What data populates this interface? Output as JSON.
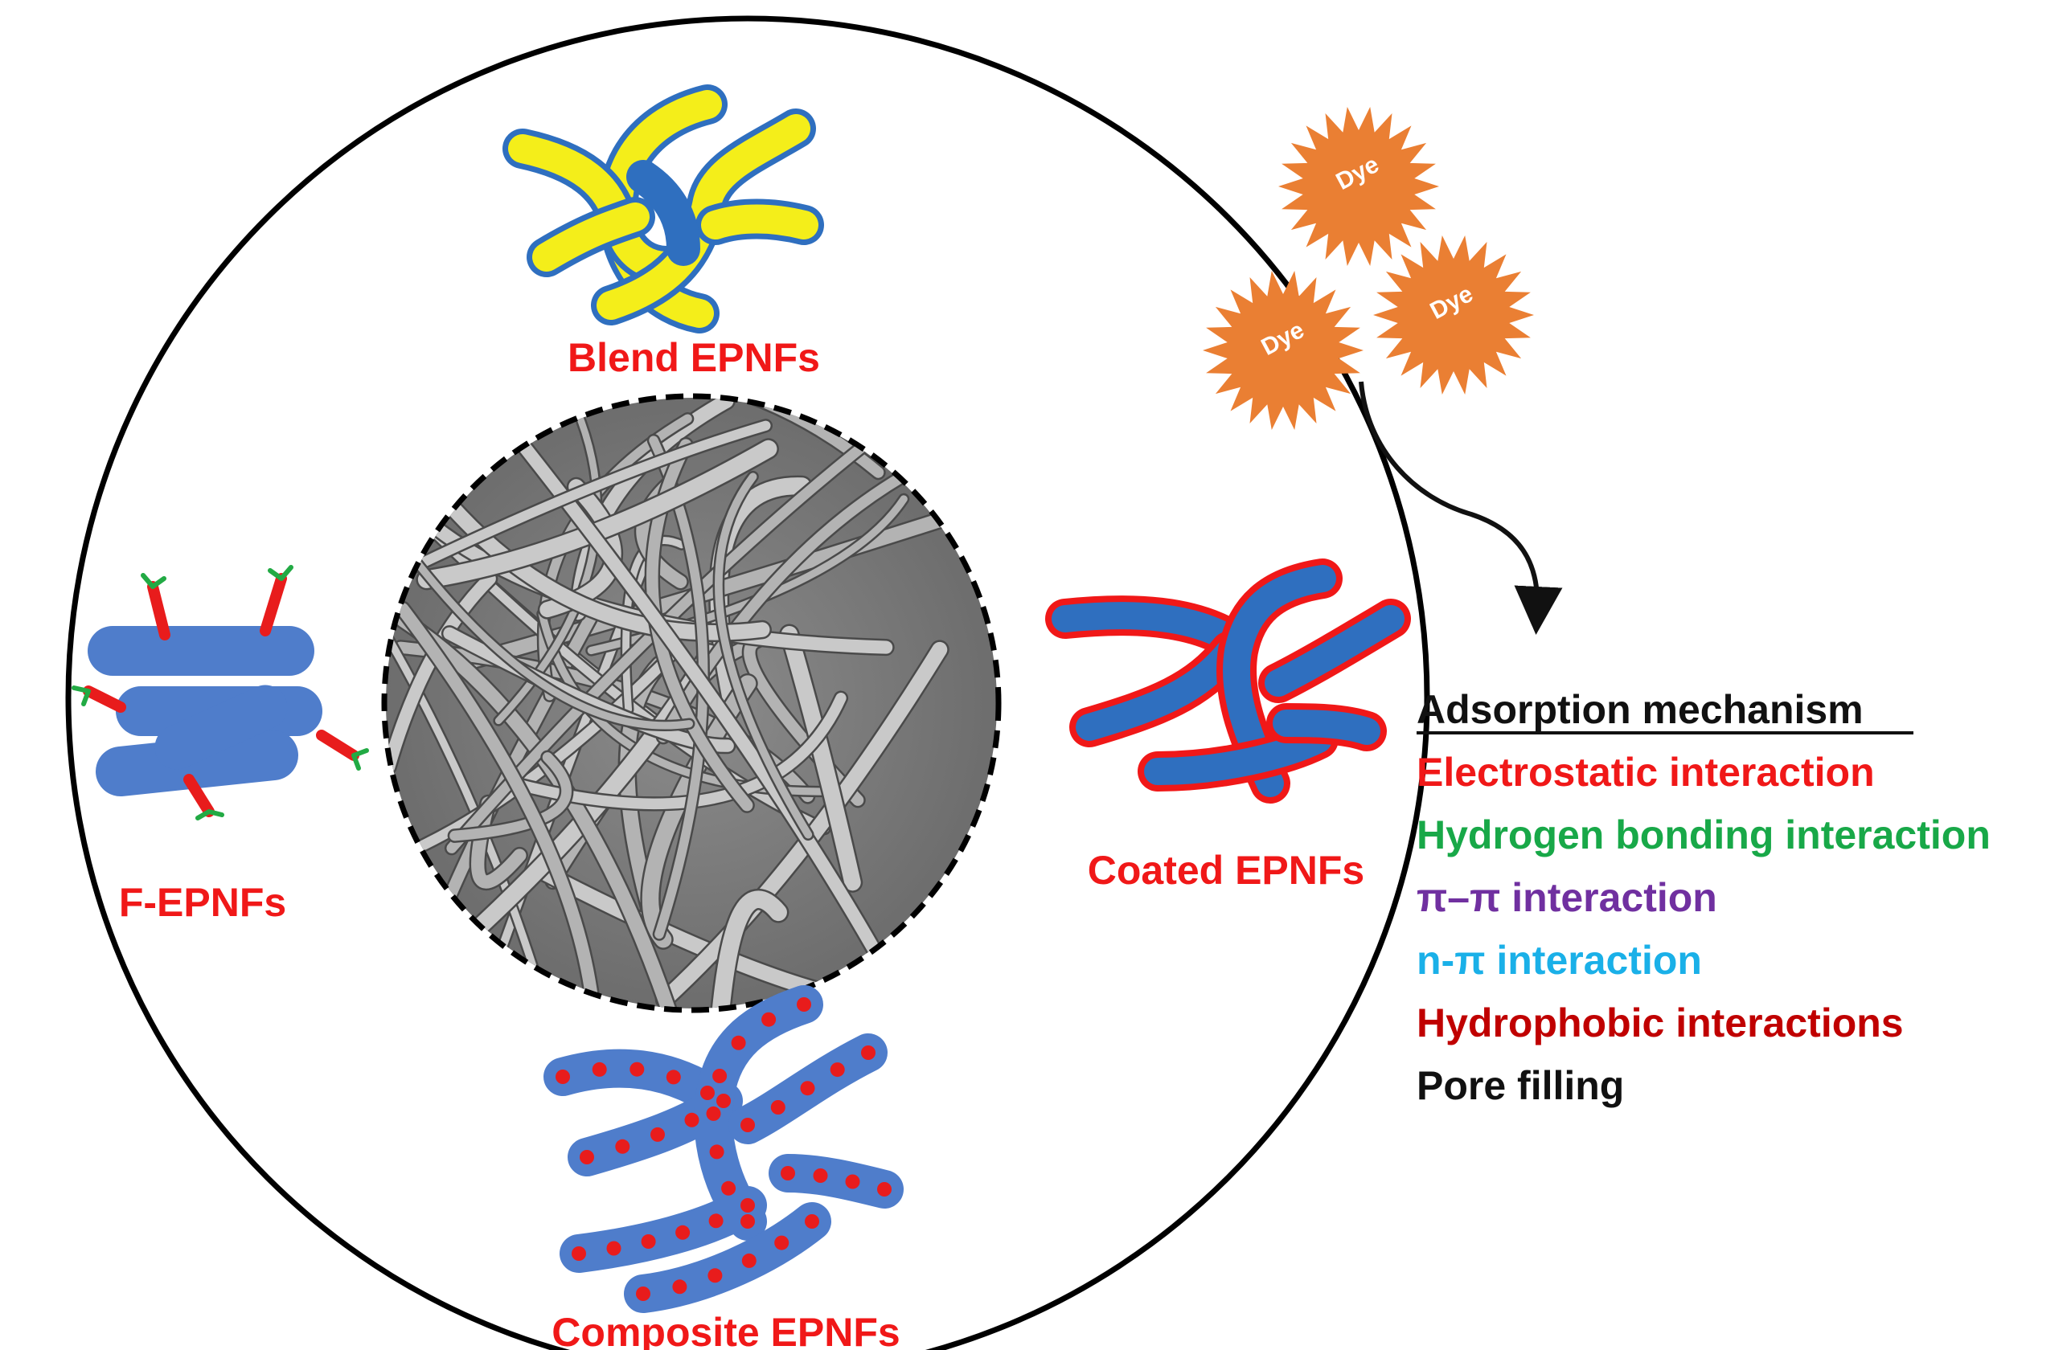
{
  "labels": {
    "blend": "Blend EPNFs",
    "f_epnfs": "F-EPNFs",
    "coated": "Coated EPNFs",
    "composite": "Composite EPNFs"
  },
  "dye": {
    "text": "Dye",
    "color": "#ea7f33"
  },
  "legend": {
    "title": "Adsorption mechanism",
    "items": [
      {
        "text": "Electrostatic interaction",
        "color": "#f01818"
      },
      {
        "text": "Hydrogen bonding interaction",
        "color": "#18a848"
      },
      {
        "text": "π–π interaction",
        "color": "#7030a0"
      },
      {
        "text": "n-π interaction",
        "color": "#1ab0e8"
      },
      {
        "text": "Hydrophobic interactions",
        "color": "#c00000"
      },
      {
        "text": "Pore filling",
        "color": "#111111"
      }
    ]
  },
  "colors": {
    "fiber_blue": "#2f6fbf",
    "fiber_yellow": "#f4ee1a",
    "coat_red": "#f01818",
    "functional_green": "#22aa44",
    "label_red": "#f01818"
  }
}
